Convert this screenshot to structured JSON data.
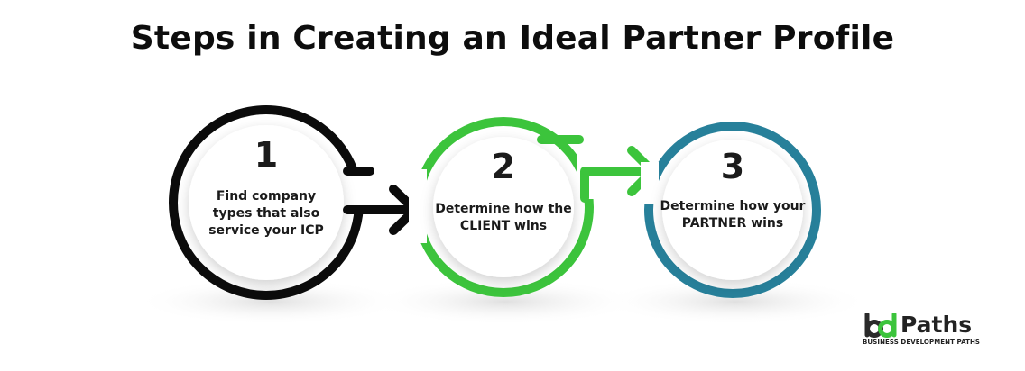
{
  "title": "Steps in Creating an Ideal Partner Profile",
  "steps": [
    {
      "number": "1",
      "text": "Find company types that also service your ICP",
      "color": "#0b0b0b"
    },
    {
      "number": "2",
      "text": "Determine how the CLIENT wins",
      "color": "#3cc43c"
    },
    {
      "number": "3",
      "text": "Determine how your PARTNER wins",
      "color": "#27809a"
    }
  ],
  "logo": {
    "wordmark": "Paths",
    "tagline": "BUSINESS DEVELOPMENT PATHS",
    "mark_colors": [
      "#2a2a2a",
      "#3cc43c"
    ]
  }
}
